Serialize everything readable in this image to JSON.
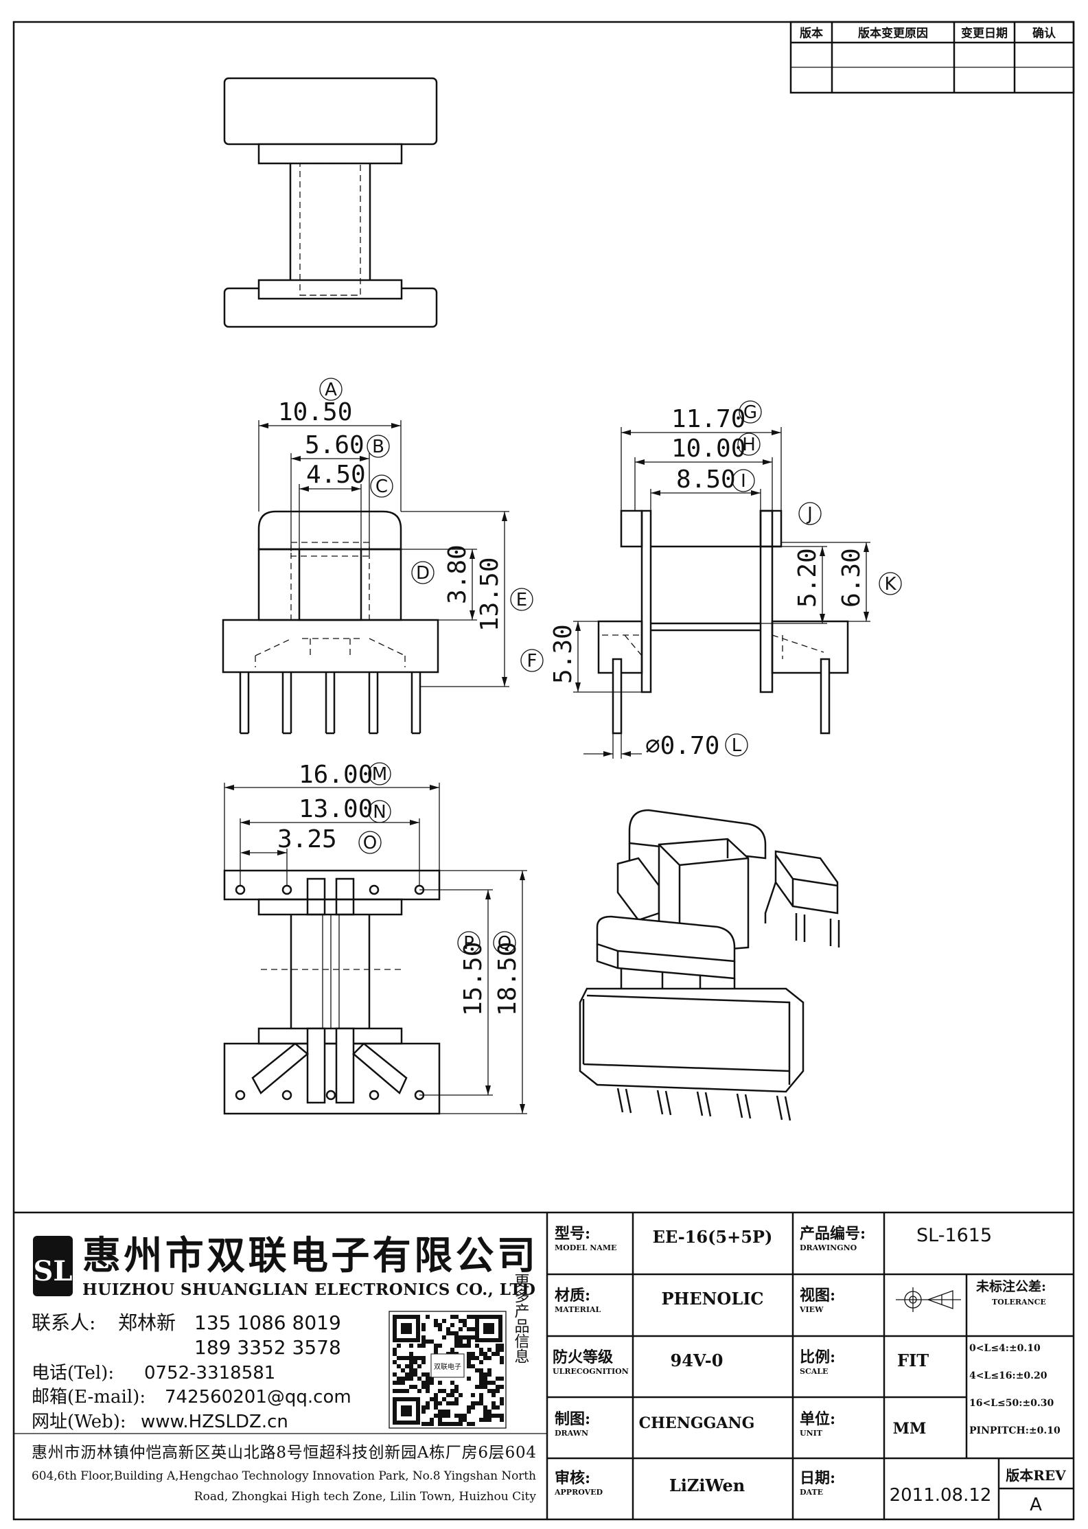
{
  "revision_table": {
    "headers": [
      "版本",
      "版本变更原因",
      "变更日期",
      "确认"
    ]
  },
  "dimensions": {
    "A": {
      "letter": "A",
      "value": "10.50"
    },
    "B": {
      "letter": "B",
      "value": "5.60"
    },
    "C": {
      "letter": "C",
      "value": "4.50"
    },
    "D": {
      "letter": "D",
      "value": "3.80"
    },
    "E": {
      "letter": "E",
      "value": "13.50"
    },
    "F": {
      "letter": "F",
      "value": "5.30"
    },
    "G": {
      "letter": "G",
      "value": "11.70"
    },
    "H": {
      "letter": "H",
      "value": "10.00"
    },
    "I": {
      "letter": "I",
      "value": "8.50"
    },
    "J": {
      "letter": "J",
      "value": ""
    },
    "K": {
      "letter": "K",
      "value": "6.30"
    },
    "K2": {
      "value": "5.20"
    },
    "L": {
      "letter": "L",
      "value": "⌀0.70"
    },
    "M": {
      "letter": "M",
      "value": "16.00"
    },
    "N": {
      "letter": "N",
      "value": "13.00"
    },
    "O": {
      "letter": "O",
      "value": "3.25"
    },
    "P": {
      "letter": "P",
      "value": "15.50"
    },
    "Q": {
      "letter": "Q",
      "value": "18.50"
    }
  },
  "company": {
    "logo_text": "SL",
    "name_cn": "惠州市双联电子有限公司",
    "name_en": "HUIZHOU SHUANGLIAN ELECTRONICS CO., LTD",
    "contact_label": "联系人:",
    "contact_name": "郑林新",
    "phone1": "135 1086 8019",
    "phone2": "189 3352 3578",
    "tel_label": "电话(Tel):",
    "tel": "0752-3318581",
    "email_label": "邮箱(E-mail):",
    "email": "742560201@qq.com",
    "web_label": "网址(Web):",
    "web": "www.HZSLDZ.cn",
    "qr_caption": "更多产品信息",
    "qr_center": "双联电子",
    "address_cn": "惠州市沥林镇仲恺高新区英山北路8号恒超科技创新园A栋厂房6层604",
    "address_en_1": "604,6th Floor,Building A,Hengchao Technology Innovation Park, No.8 Yingshan North",
    "address_en_2": "Road, Zhongkai High tech Zone, Lilin Town, Huizhou City"
  },
  "title_block": {
    "model_label": "型号:",
    "model_label_en": "MODEL NAME",
    "model_value": "EE-16(5+5P)",
    "drawingno_label": "产品编号:",
    "drawingno_label_en": "DRAWINGNO",
    "drawingno_value": "SL-1615",
    "material_label": "材质:",
    "material_label_en": "MATERIAL",
    "material_value": "PHENOLIC",
    "view_label": "视图:",
    "view_label_en": "VIEW",
    "tolerance_label": "未标注公差:",
    "tolerance_label_en": "TOLERANCE",
    "tolerance_lines": [
      "0<L≤4:±0.10",
      "4<L≤16:±0.20",
      "16<L≤50:±0.30",
      "PINPITCH:±0.10"
    ],
    "ul_label": "防火等级",
    "ul_label_en": "ULRECOGNITION",
    "ul_value": "94V-0",
    "scale_label": "比例:",
    "scale_label_en": "SCALE",
    "scale_value": "FIT",
    "drawn_label": "制图:",
    "drawn_label_en": "DRAWN",
    "drawn_value": "CHENGGANG",
    "unit_label": "单位:",
    "unit_label_en": "UNIT",
    "unit_value": "MM",
    "approved_label": "审核:",
    "approved_label_en": "APPROVED",
    "approved_value": "LiZiWen",
    "date_label": "日期:",
    "date_label_en": "DATE",
    "date_value": "2011.08.12",
    "rev_label": "版本REV",
    "rev_value": "A"
  }
}
